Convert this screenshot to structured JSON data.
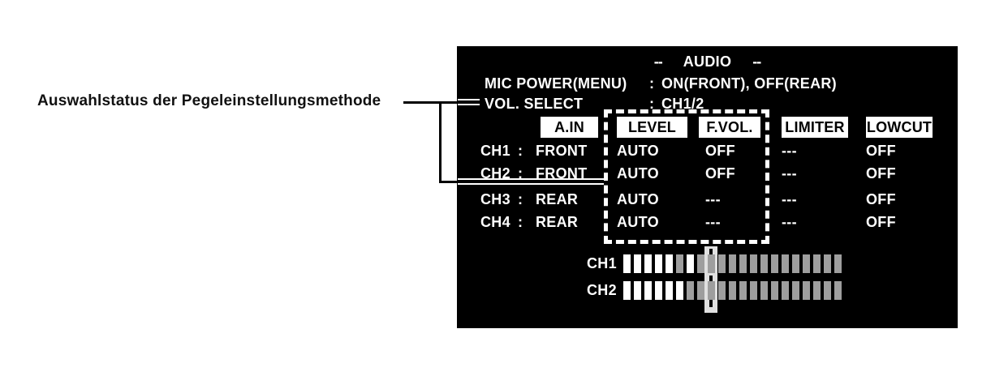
{
  "annotation": {
    "label": "Auswahlstatus der Pegeleinstellungsmethode"
  },
  "screen": {
    "title": {
      "left_dash": "--",
      "text": "AUDIO",
      "right_dash": "--"
    },
    "info_rows": [
      {
        "label": "MIC POWER(MENU)",
        "separator": ":",
        "value": "ON(FRONT), OFF(REAR)"
      },
      {
        "label": "VOL. SELECT",
        "separator": ":",
        "value": "CH1/2"
      }
    ],
    "table": {
      "headers": [
        "A.IN",
        "LEVEL",
        "F.VOL.",
        "LIMITER",
        "LOWCUT"
      ],
      "rows": [
        {
          "channel": "CH1",
          "separator": ":",
          "a_in": "FRONT",
          "level": "AUTO",
          "f_vol": "OFF",
          "limiter": "---",
          "lowcut": "OFF"
        },
        {
          "channel": "CH2",
          "separator": ":",
          "a_in": "FRONT",
          "level": "AUTO",
          "f_vol": "OFF",
          "limiter": "---",
          "lowcut": "OFF"
        },
        {
          "channel": "CH3",
          "separator": ":",
          "a_in": "REAR",
          "level": "AUTO",
          "f_vol": "---",
          "limiter": "---",
          "lowcut": "OFF"
        },
        {
          "channel": "CH4",
          "separator": ":",
          "a_in": "REAR",
          "level": "AUTO",
          "f_vol": "---",
          "limiter": "---",
          "lowcut": "OFF"
        }
      ]
    },
    "meters": {
      "rows": [
        {
          "label": "CH1",
          "segments": [
            "white",
            "white",
            "white",
            "white",
            "white",
            "gray",
            "white",
            "gray",
            "gray",
            "gray",
            "gray",
            "gray",
            "gray",
            "gray",
            "gray",
            "gray",
            "gray",
            "gray",
            "gray",
            "gray",
            "gray"
          ]
        },
        {
          "label": "CH2",
          "segments": [
            "white",
            "white",
            "white",
            "white",
            "white",
            "white",
            "gray",
            "gray",
            "gray",
            "gray",
            "gray",
            "gray",
            "gray",
            "gray",
            "gray",
            "gray",
            "gray",
            "gray",
            "gray",
            "gray",
            "gray"
          ]
        }
      ]
    },
    "colors": {
      "screen_bg": "#000000",
      "screen_text": "#ffffff",
      "header_bg": "#ffffff",
      "header_text": "#000000",
      "bar_white": "#ffffff",
      "bar_gray": "#9e9e9e",
      "marker_fill": "#e0e0e0",
      "annotation_text": "#111111"
    }
  }
}
